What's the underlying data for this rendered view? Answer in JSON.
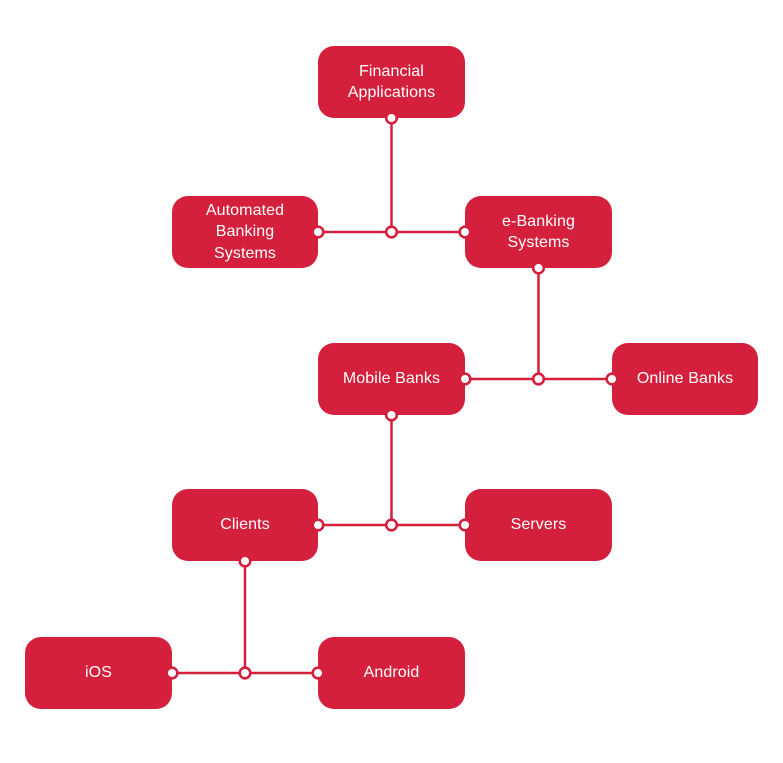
{
  "theme": {
    "background": "#FFFFFF",
    "accent": "#D5203D",
    "node_fill": "#D5203D",
    "node_text": "#FFFFFF",
    "connector_dot_fill": "#FFFFFF"
  },
  "diagram": {
    "type": "flowchart",
    "nodes": [
      {
        "id": "financial-applications",
        "label": "Financial Applications"
      },
      {
        "id": "automated-banking-systems",
        "label": "Automated Banking Systems"
      },
      {
        "id": "e-banking-systems",
        "label": "e-Banking Systems"
      },
      {
        "id": "mobile-banks",
        "label": "Mobile Banks"
      },
      {
        "id": "online-banks",
        "label": "Online Banks"
      },
      {
        "id": "clients",
        "label": "Clients"
      },
      {
        "id": "servers",
        "label": "Servers"
      },
      {
        "id": "ios",
        "label": "iOS"
      },
      {
        "id": "android",
        "label": "Android"
      }
    ],
    "edges": [
      {
        "from": "financial-applications",
        "to": "automated-banking-systems"
      },
      {
        "from": "financial-applications",
        "to": "e-banking-systems"
      },
      {
        "from": "e-banking-systems",
        "to": "mobile-banks"
      },
      {
        "from": "e-banking-systems",
        "to": "online-banks"
      },
      {
        "from": "mobile-banks",
        "to": "clients"
      },
      {
        "from": "mobile-banks",
        "to": "servers"
      },
      {
        "from": "clients",
        "to": "ios"
      },
      {
        "from": "clients",
        "to": "android"
      }
    ]
  }
}
